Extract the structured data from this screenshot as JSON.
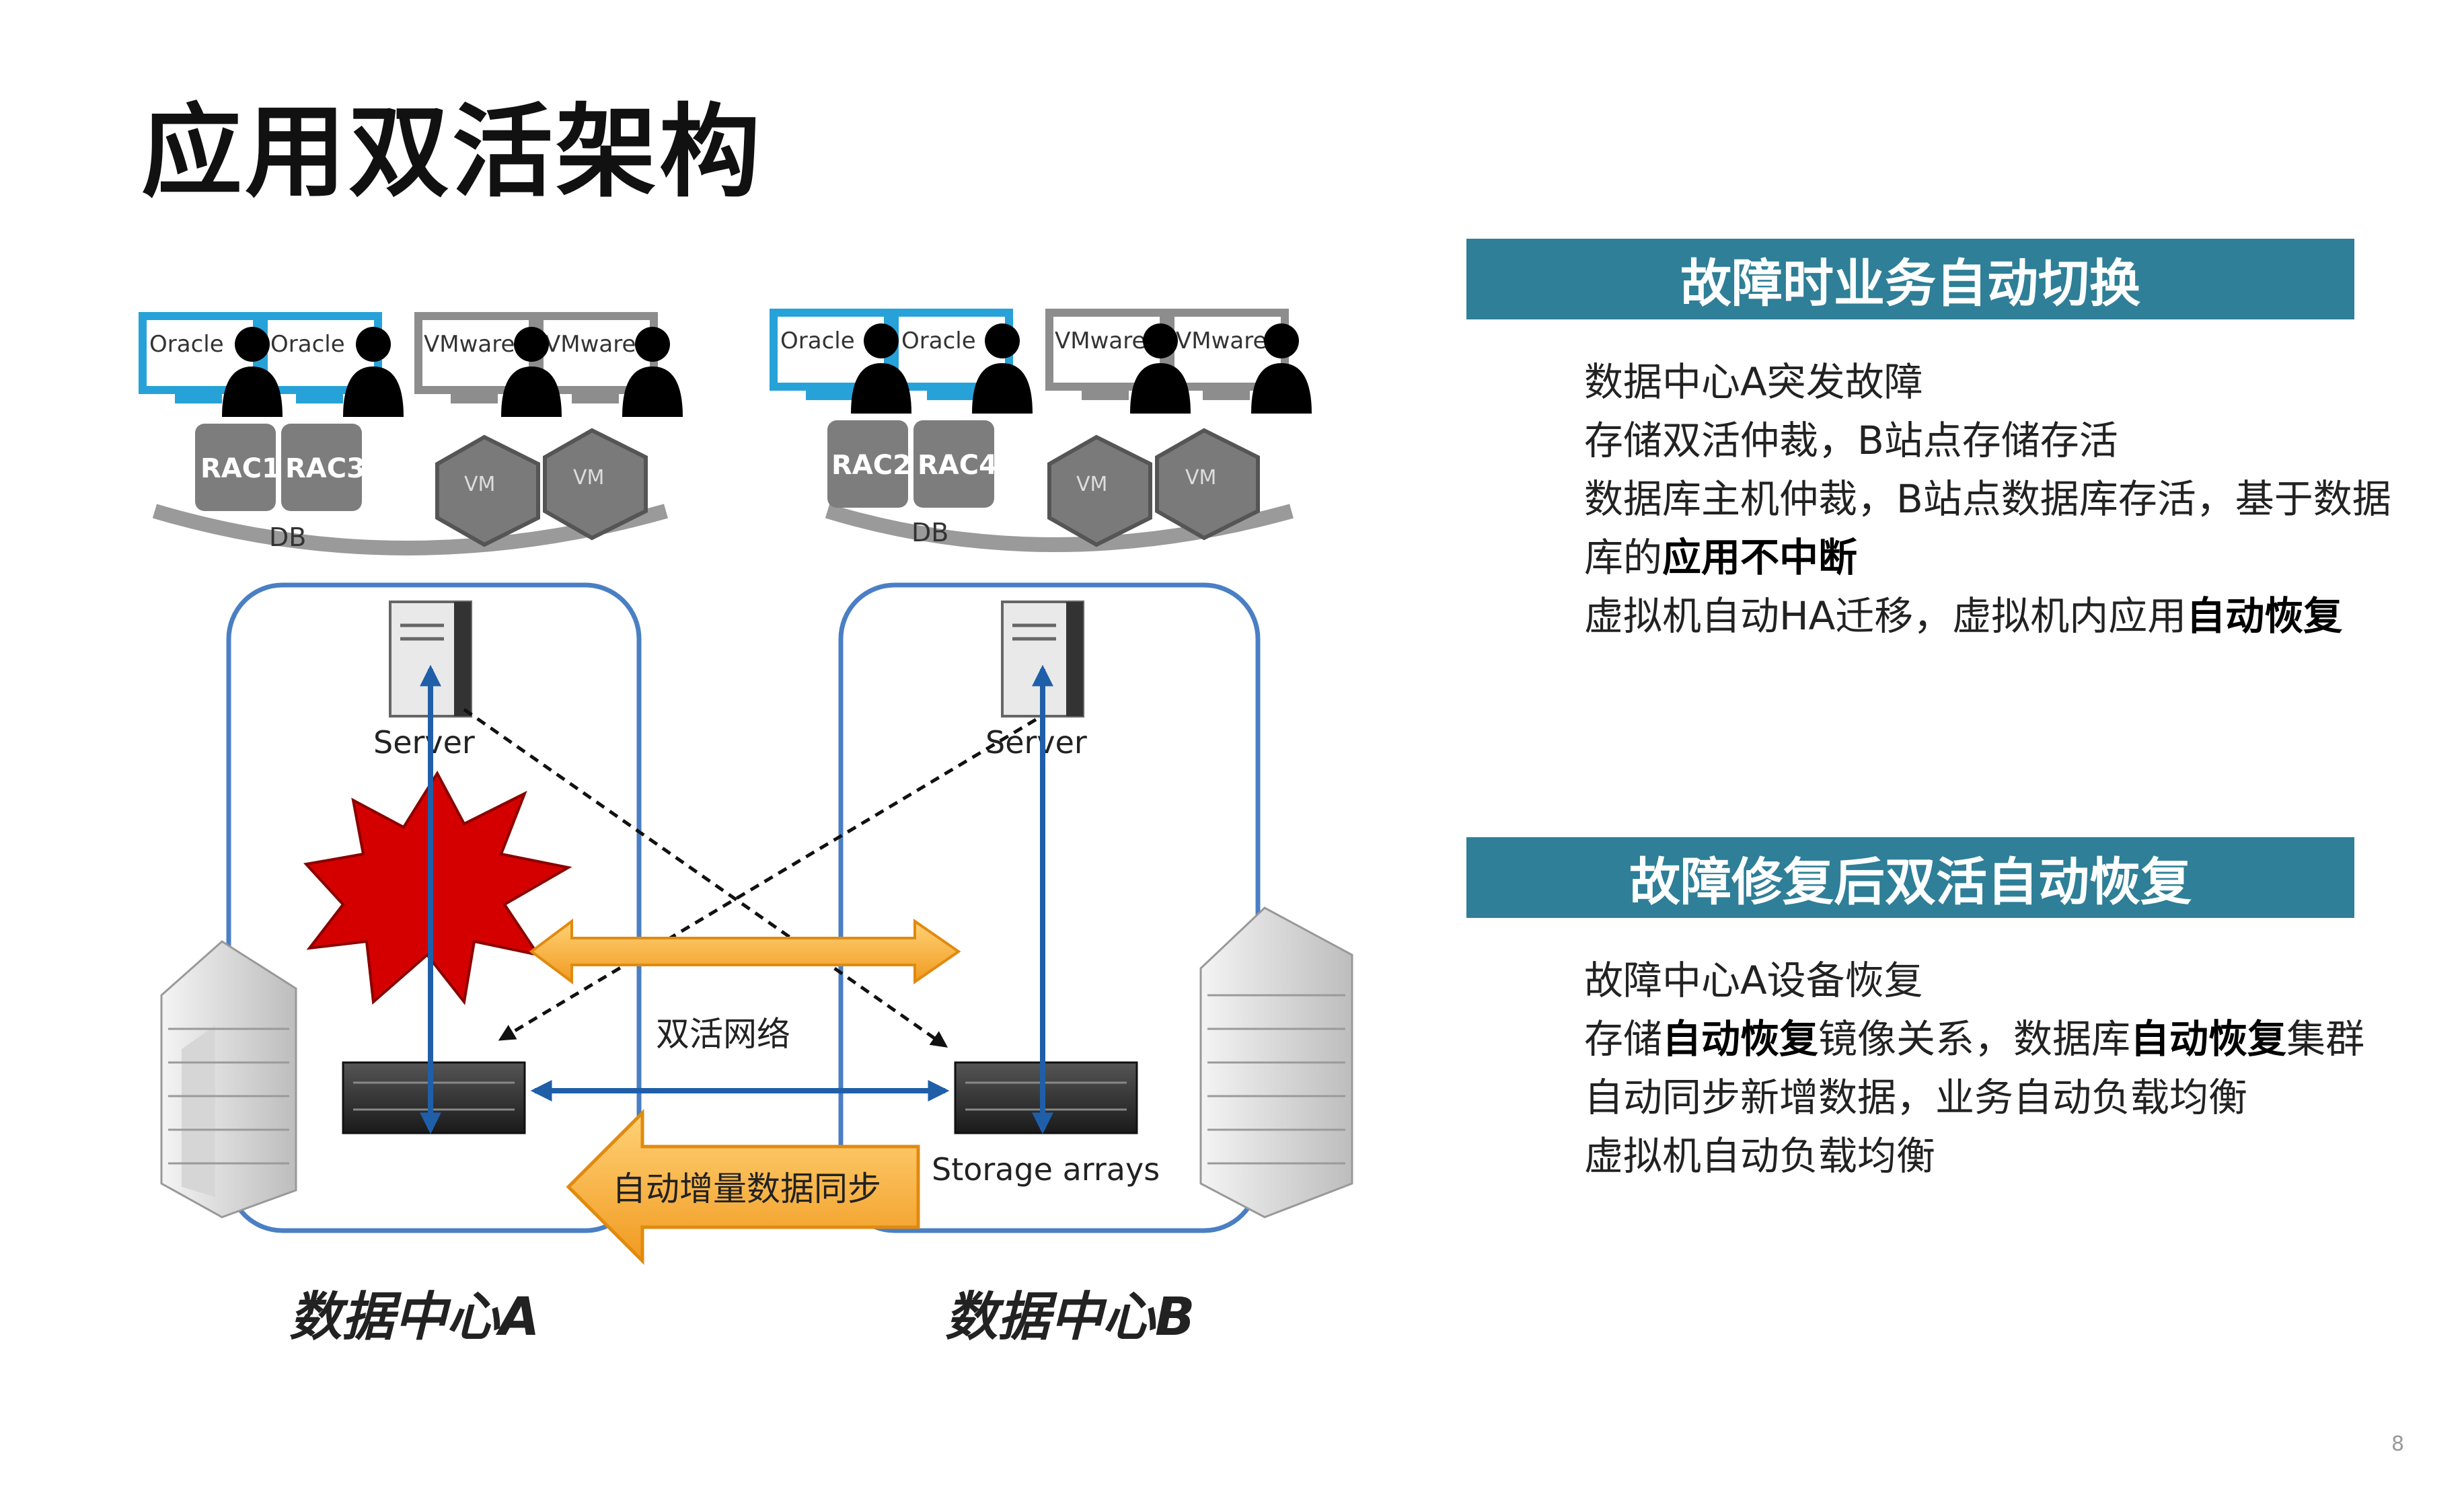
{
  "slide": {
    "title": "应用双活架构",
    "page_number": "8"
  },
  "diagram": {
    "center_a_label": "数据中心A",
    "center_b_label": "数据中心B",
    "server_label_a": "Server",
    "server_label_b": "Server",
    "storage_label": "Storage arrays",
    "network_label": "双活网络",
    "sync_label": "自动增量数据同步",
    "db_label_a": "DB",
    "db_label_b": "DB",
    "oracle_label": "Oracle",
    "vmware_label": "VMware",
    "vm_label": "VM",
    "rac_a": [
      "RAC1",
      "RAC3"
    ],
    "rac_b": [
      "RAC2",
      "RAC4"
    ]
  },
  "panels": [
    {
      "header": "故障时业务自动切换",
      "items": [
        [
          {
            "t": "数据中心A突发故障",
            "b": false
          }
        ],
        [
          {
            "t": "存储双活仲裁，B站点存储存活",
            "b": false
          }
        ],
        [
          {
            "t": "数据库主机仲裁，B站点数据库存活，基于数据库的",
            "b": false
          },
          {
            "t": "应用不中断",
            "b": true
          }
        ],
        [
          {
            "t": "虚拟机自动HA迁移，虚拟机内应用",
            "b": false
          },
          {
            "t": "自动恢复",
            "b": true
          }
        ]
      ]
    },
    {
      "header": "故障修复后双活自动恢复",
      "items": [
        [
          {
            "t": "故障中心A设备恢复",
            "b": false
          }
        ],
        [
          {
            "t": "存储",
            "b": false
          },
          {
            "t": "自动恢复",
            "b": true
          },
          {
            "t": "镜像关系，数据库",
            "b": false
          },
          {
            "t": "自动恢复",
            "b": true
          },
          {
            "t": "集群",
            "b": false
          }
        ],
        [
          {
            "t": "自动同步新增数据，业务自动负载均衡",
            "b": false
          }
        ],
        [
          {
            "t": "虚拟机自动负载均衡",
            "b": false
          }
        ]
      ]
    }
  ],
  "colors": {
    "panel_header": "#2e7f97",
    "link_blue": "#1f5fa8",
    "sync_arrow": "#f5a623",
    "failure_burst": "#d40000"
  }
}
